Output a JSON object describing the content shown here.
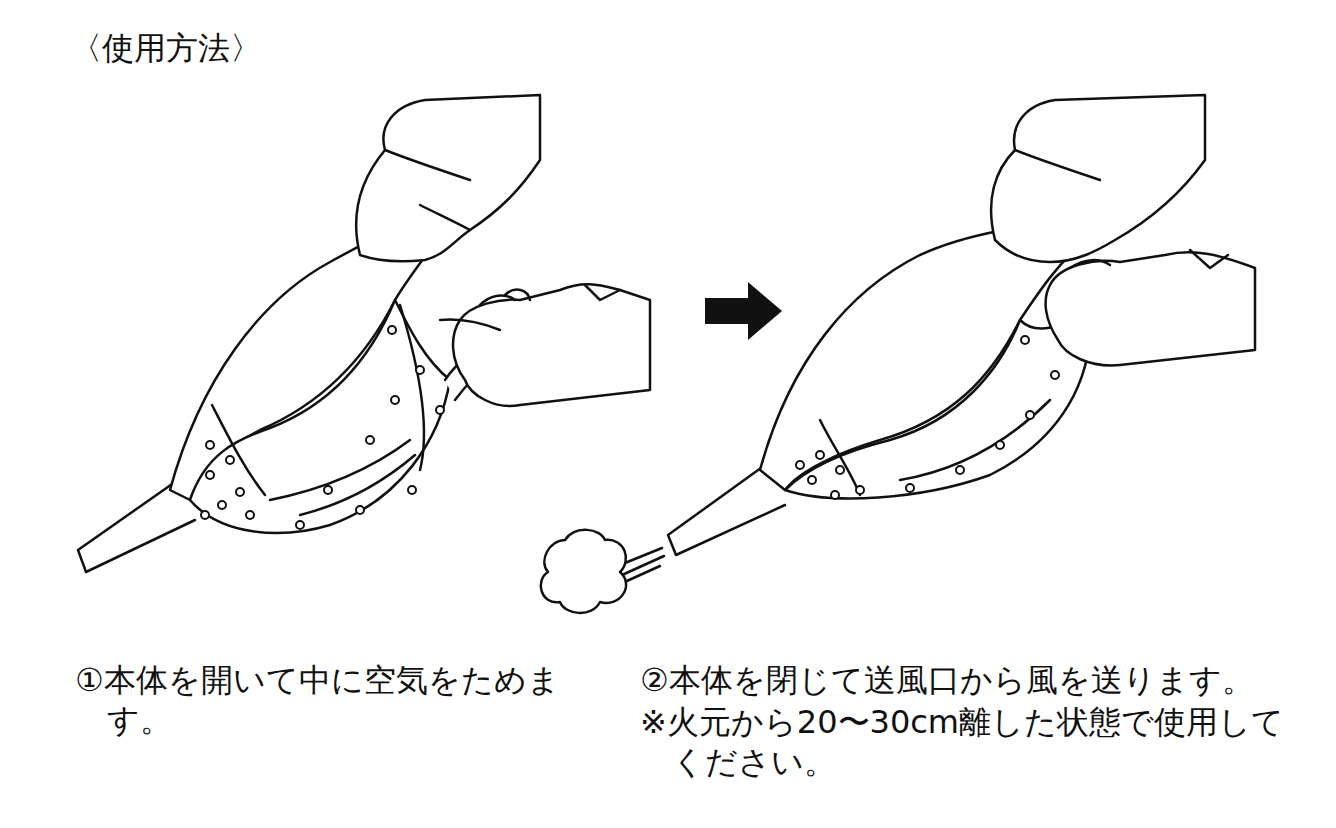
{
  "diagram": {
    "title": "〈使用方法〉",
    "labels": [
      "①本体を開いて中に空気をためます。",
      "②本体を閉じて送風口から風を送ります。",
      "※火元から20〜30cm離した状態で使用してください。"
    ]
  }
}
